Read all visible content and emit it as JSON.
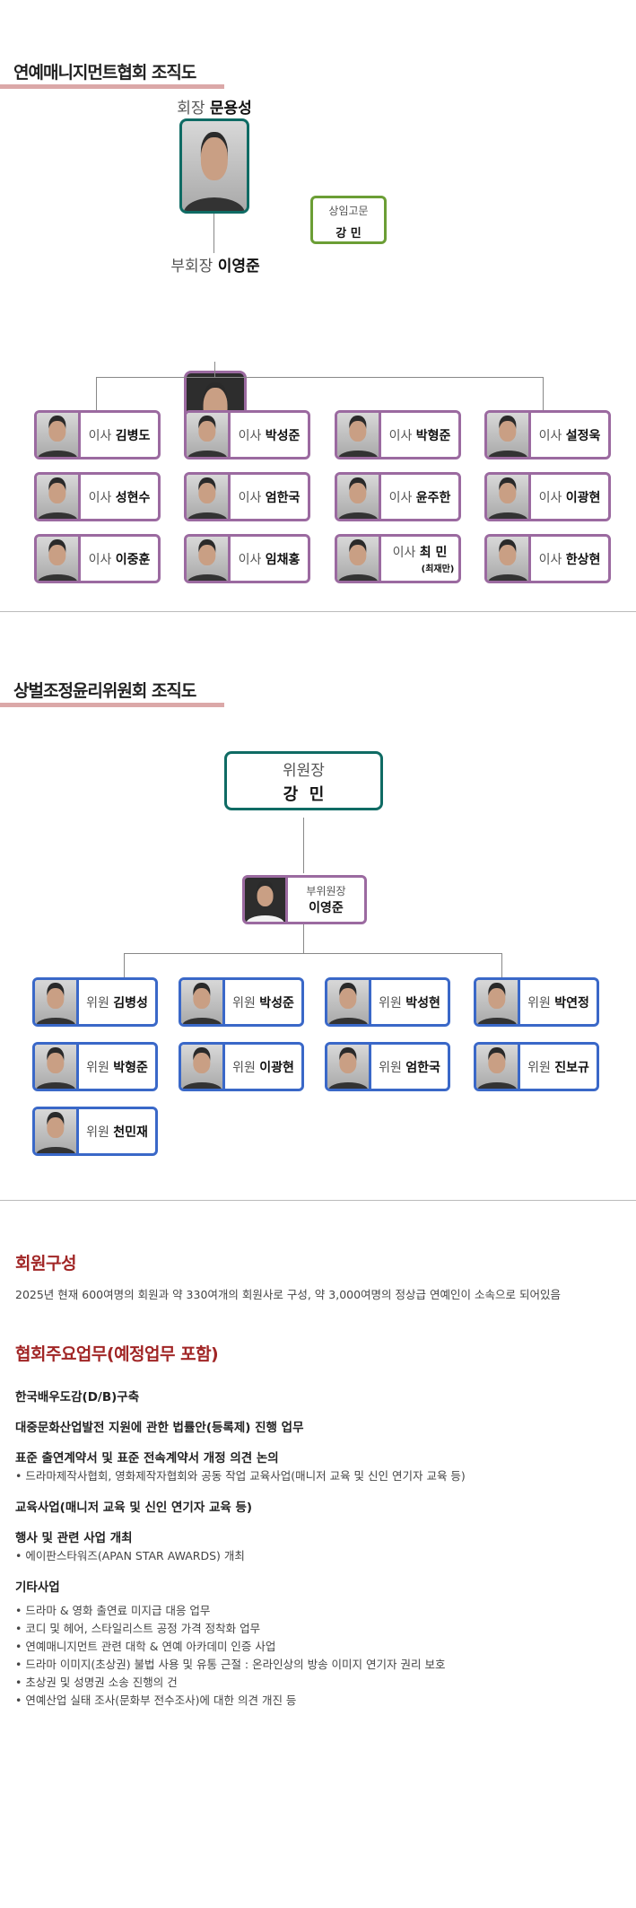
{
  "org1": {
    "title": "연예매니지먼트협회 조직도",
    "chair": {
      "role": "회장",
      "name": "문용성"
    },
    "advisor": {
      "role": "상임고문",
      "name": "강 민"
    },
    "vice": {
      "role": "부회장",
      "name": "이영준"
    },
    "directors": [
      {
        "role": "이사",
        "name": "김병도"
      },
      {
        "role": "이사",
        "name": "박성준"
      },
      {
        "role": "이사",
        "name": "박형준"
      },
      {
        "role": "이사",
        "name": "설정욱"
      },
      {
        "role": "이사",
        "name": "성현수"
      },
      {
        "role": "이사",
        "name": "엄한국"
      },
      {
        "role": "이사",
        "name": "윤주한"
      },
      {
        "role": "이사",
        "name": "이광현"
      },
      {
        "role": "이사",
        "name": "이중훈"
      },
      {
        "role": "이사",
        "name": "임채홍"
      },
      {
        "role": "이사",
        "name": "최 민",
        "note": "(최재만)"
      },
      {
        "role": "이사",
        "name": "한상현"
      }
    ]
  },
  "org2": {
    "title": "상벌조정윤리위원회 조직도",
    "chair": {
      "role": "위원장",
      "name": "강  민"
    },
    "vice": {
      "role": "부위원장",
      "name": "이영준"
    },
    "members": [
      {
        "role": "위원",
        "name": "김병성"
      },
      {
        "role": "위원",
        "name": "박성준"
      },
      {
        "role": "위원",
        "name": "박성현"
      },
      {
        "role": "위원",
        "name": "박연정"
      },
      {
        "role": "위원",
        "name": "박형준"
      },
      {
        "role": "위원",
        "name": "이광현"
      },
      {
        "role": "위원",
        "name": "엄한국"
      },
      {
        "role": "위원",
        "name": "진보규"
      },
      {
        "role": "위원",
        "name": "천민재"
      }
    ]
  },
  "membership": {
    "title": "회원구성",
    "text": "2025년 현재 600여명의 회원과 약 330여개의 회원사로 구성, 약 3,000여명의 정상급 연예인이 소속으로 되어있음"
  },
  "duties": {
    "title": "협회주요업무(예정업무 포함)",
    "groups": [
      {
        "heading": "한국배우도감(D/B)구축",
        "items": []
      },
      {
        "heading": "대중문화산업발전 지원에 관한 법률안(등록제) 진행 업무",
        "items": []
      },
      {
        "heading": "표준 출연계약서 및 표준 전속계약서 개정 의견 논의",
        "items": [
          "•  드라마제작사협회, 영화제작자협회와 공동 작업 교육사업(매니저 교육 및 신인 연기자 교육 등)"
        ]
      },
      {
        "heading": "교육사업(매니저 교육 및 신인 연기자 교육 등)",
        "items": []
      },
      {
        "heading": "행사 및 관련 사업 개최",
        "items": [
          "• 에이판스타워즈(APAN STAR AWARDS) 개최"
        ]
      },
      {
        "heading": "기타사업",
        "items": [
          "• 드라마 & 영화 출연료 미지급 대응 업무",
          "• 코디 및 헤어, 스타일리스트 공정 가격 정착화 업무",
          "• 연예매니지먼트 관련 대학 & 연예 아카데미 인증 사업",
          "• 드라마 이미지(초상권) 불법 사용 및 유통 근절 : 온라인상의 방송 이미지 연기자 권리 보호",
          "• 초상권 및 성명권 소송 진행의 건",
          "•  연예산업 실태 조사(문화부 전수조사)에 대한 의견 개진 등"
        ]
      }
    ]
  },
  "colors": {
    "teal": "#0f6b64",
    "purple": "#9b6aa0",
    "green": "#6b9e35",
    "blue": "#3a68c8",
    "red": "#a12626",
    "underline": "#dba8a8"
  }
}
